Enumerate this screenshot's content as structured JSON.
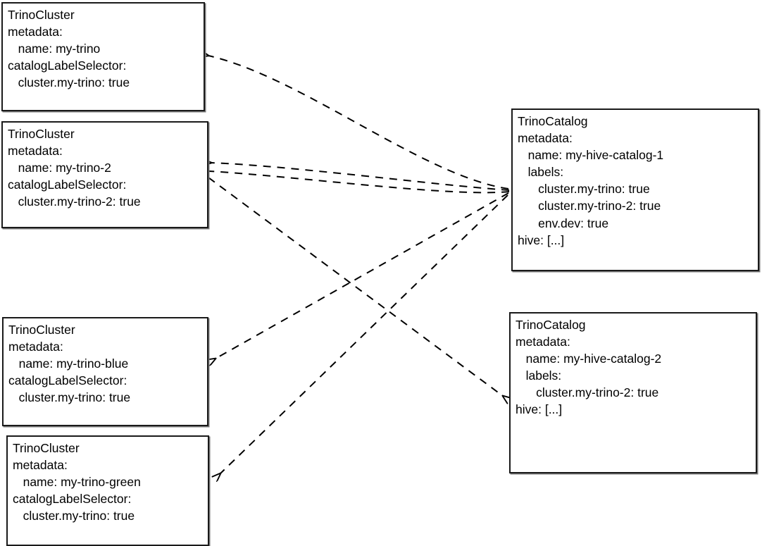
{
  "diagram": {
    "title_context": "TrinoCluster catalogLabelSelector to TrinoCatalog labels matching",
    "background_color": "#ffffff",
    "line_color": "#000000",
    "box_border_color": "#1a1a1a",
    "edge_style": "dashed-arrow"
  },
  "clusters": [
    {
      "kind": "TrinoCluster",
      "name_key": "name: my-trino",
      "selector_key": "catalogLabelSelector:",
      "selector_value": "cluster.my-trino: true",
      "metadata_key": "metadata:",
      "text": "TrinoCluster\nmetadata:\n   name: my-trino\ncatalogLabelSelector:\n   cluster.my-trino: true"
    },
    {
      "kind": "TrinoCluster",
      "name_key": "name: my-trino-2",
      "selector_key": "catalogLabelSelector:",
      "selector_value": "cluster.my-trino-2: true",
      "metadata_key": "metadata:",
      "text": "TrinoCluster\nmetadata:\n   name: my-trino-2\ncatalogLabelSelector:\n   cluster.my-trino-2: true"
    },
    {
      "kind": "TrinoCluster",
      "name_key": "name: my-trino-blue",
      "selector_key": "catalogLabelSelector:",
      "selector_value": "cluster.my-trino: true",
      "metadata_key": "metadata:",
      "text": "TrinoCluster\nmetadata:\n   name: my-trino-blue\ncatalogLabelSelector:\n   cluster.my-trino: true"
    },
    {
      "kind": "TrinoCluster",
      "name_key": "name: my-trino-green",
      "selector_key": "catalogLabelSelector:",
      "selector_value": "cluster.my-trino: true",
      "metadata_key": "metadata:",
      "text": "TrinoCluster\nmetadata:\n   name: my-trino-green\ncatalogLabelSelector:\n   cluster.my-trino: true"
    }
  ],
  "catalogs": [
    {
      "kind": "TrinoCatalog",
      "name_key": "name: my-hive-catalog-1",
      "labels_key": "labels:",
      "labels": [
        "cluster.my-trino: true",
        "cluster.my-trino-2: true",
        "env.dev: true"
      ],
      "connector": "hive: [...]",
      "text": "TrinoCatalog\nmetadata:\n   name: my-hive-catalog-1\n   labels:\n      cluster.my-trino: true\n      cluster.my-trino-2: true\n      env.dev: true\nhive: [...]"
    },
    {
      "kind": "TrinoCatalog",
      "name_key": "name: my-hive-catalog-2",
      "labels_key": "labels:",
      "labels": [
        "cluster.my-trino-2: true"
      ],
      "connector": "hive: [...]",
      "text": "TrinoCatalog\nmetadata:\n   name: my-hive-catalog-2\n   labels:\n      cluster.my-trino-2: true\nhive: [...]"
    }
  ],
  "edges": [
    {
      "from": "my-hive-catalog-1",
      "to": "my-trino",
      "id": "edge-catalog1-to-trino"
    },
    {
      "from": "my-hive-catalog-1",
      "to": "my-trino-2",
      "id": "edge-catalog1-to-trino2"
    },
    {
      "from": "my-hive-catalog-1",
      "to": "my-trino-blue",
      "id": "edge-catalog1-to-trino-blue"
    },
    {
      "from": "my-hive-catalog-1",
      "to": "my-trino-green",
      "id": "edge-catalog1-to-trino-green"
    },
    {
      "from": "my-trino-2",
      "to": "my-hive-catalog-2",
      "id": "edge-trino2-to-catalog2"
    },
    {
      "from": "my-hive-catalog-2",
      "to": "my-trino-2",
      "id": "edge-catalog2-to-trino2"
    }
  ]
}
